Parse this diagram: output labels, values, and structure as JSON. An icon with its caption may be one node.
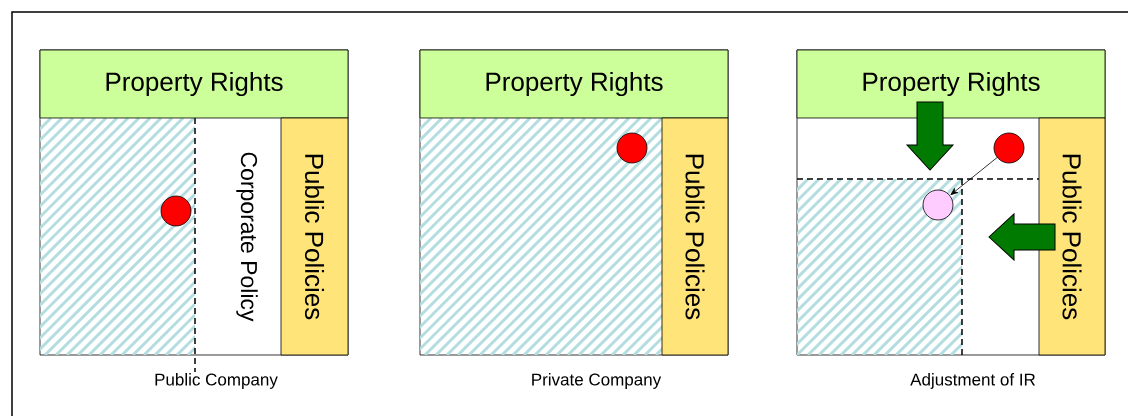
{
  "diagram": {
    "nodes": [
      {
        "text": [],
        "shape": "box",
        "beside": [
          "Public Company"
        ]
      },
      {
        "text": [
          "Property Rights"
        ],
        "in": 0
      },
      {
        "text": [
          "Public Policies"
        ],
        "in": 0
      },
      {
        "text": [
          "Corporate Policy"
        ],
        "in": 0
      },
      {
        "text": [],
        "shape": "circle",
        "in": 0
      },
      {
        "text": [],
        "shape": "box",
        "beside": [
          "Private Company"
        ]
      },
      {
        "text": [
          "Property Rights"
        ],
        "in": 5
      },
      {
        "text": [
          "Public Policies"
        ],
        "in": 5
      },
      {
        "text": [],
        "shape": "circle",
        "in": 5
      },
      {
        "text": [],
        "shape": "box",
        "beside": [
          "Adjustment of IR"
        ]
      },
      {
        "text": [
          "Property Rights"
        ],
        "in": 9
      },
      {
        "text": [
          "Public Policies"
        ],
        "in": 9
      },
      {
        "text": [],
        "shape": "circle",
        "in": 9
      },
      {
        "text": [],
        "shape": "circle",
        "in": 9
      }
    ],
    "edges": [
      {
        "from": 12,
        "to": 13,
        "arrow": "to",
        "color": "#000000"
      },
      {
        "from": 10,
        "to": 13,
        "arrow": "to",
        "style": "thick",
        "color": "#007a00"
      },
      {
        "from": 11,
        "to": null,
        "arrow": "to",
        "style": "thick",
        "color": "#007a00"
      }
    ]
  }
}
